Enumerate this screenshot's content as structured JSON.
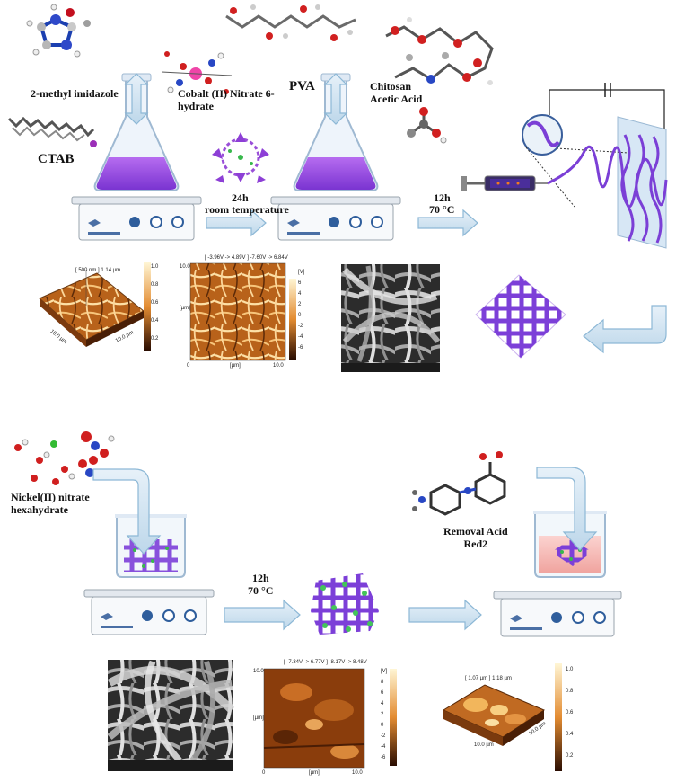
{
  "labels": {
    "methyl_imidazole": "2-methyl imidazole",
    "ctab": "CTAB",
    "cobalt_nitrate": "Cobalt (II)  Nitrate 6-hydrate",
    "pva": "PVA",
    "chitosan_acid": "Chitosan\nAcetic Acid",
    "step1_time": "24h",
    "step1_condition": "room temperature",
    "step2_time": "12h",
    "step2_temp": "70 °C",
    "nickel_nitrate": "Nickel(II) nitrate\nhexahydrate",
    "step3_time": "12h",
    "step3_temp": "70 °C",
    "removal": "Removal Acid\nRed2"
  },
  "afm_top_3d": {
    "header": "[ 500 nm ] 1.14 µm",
    "ax1": "10.0 µm",
    "ax2": "10.0 µm",
    "scale": [
      "1.0",
      "0.8",
      "0.6",
      "0.4",
      "0.2"
    ]
  },
  "afm_top_2d": {
    "header": "[ -3.96V -> 4.89V ] -7.60V -> 6.84V",
    "ymax": "10.0",
    "yunit": "[µm]",
    "x0": "0",
    "xunit": "[µm]",
    "xmax": "10.0",
    "scale": [
      "[V]",
      "6",
      "4",
      "2",
      "0",
      "-2",
      "-4",
      "-6"
    ]
  },
  "afm_bottom_2d": {
    "header": "[ -7.34V -> 6.77V ] -8.17V -> 8.48V",
    "ymax": "10.0",
    "yunit": "[µm]",
    "x0": "0",
    "xunit": "[µm]",
    "xmax": "10.0",
    "scale": [
      "[V]",
      "8",
      "6",
      "4",
      "2",
      "0",
      "-2",
      "-4",
      "-6"
    ]
  },
  "afm_bottom_3d": {
    "header": "[ 1.07 µm ] 1.18 µm",
    "ax1": "10.0 µm",
    "ax2": "10.0 µm",
    "scale": [
      "1.0",
      "0.8",
      "0.6",
      "0.4",
      "0.2"
    ]
  },
  "colors": {
    "purple": "#7d3fd0",
    "arrow": "#cfe3f1",
    "arrow_edge": "#8db8d6",
    "afm_dark": "#3a1a05",
    "afm_light": "#f3b862"
  }
}
